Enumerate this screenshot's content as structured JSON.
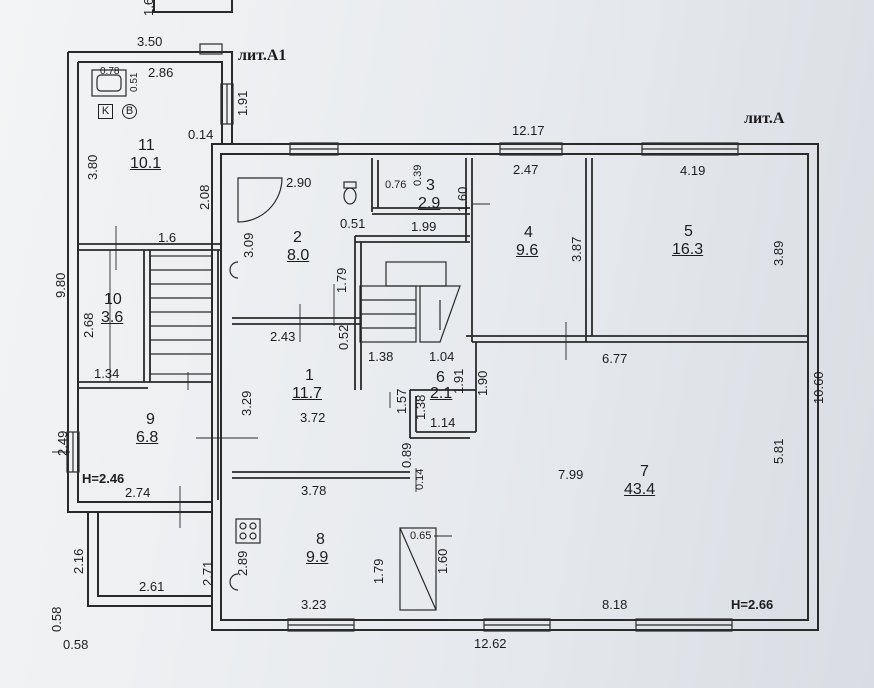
{
  "sections": {
    "main": "лит.А",
    "annex": "лит.А1"
  },
  "rooms": [
    {
      "id": "1",
      "num": "1",
      "area": "11.7"
    },
    {
      "id": "2",
      "num": "2",
      "area": "8.0"
    },
    {
      "id": "3",
      "num": "3",
      "area": "2.9"
    },
    {
      "id": "4",
      "num": "4",
      "area": "9.6"
    },
    {
      "id": "5",
      "num": "5",
      "area": "16.3"
    },
    {
      "id": "6",
      "num": "6",
      "area": "2.1"
    },
    {
      "id": "7",
      "num": "7",
      "area": "43.4"
    },
    {
      "id": "8",
      "num": "8",
      "area": "9.9"
    },
    {
      "id": "9",
      "num": "9",
      "area": "6.8"
    },
    {
      "id": "10",
      "num": "10",
      "area": "3.6"
    },
    {
      "id": "11",
      "num": "11",
      "area": "10.1"
    }
  ],
  "dims": {
    "d_1_6": "1.6",
    "d_3_50": "3.50",
    "d_2_86": "2.86",
    "d_0_78": "0.78",
    "d_0_51": "0.51",
    "d_1_91_top": "1.91",
    "d_0_14_a": "0.14",
    "d_3_80": "3.80",
    "d_2_08": "2.08",
    "d_12_17": "12.17",
    "d_2_90": "2.90",
    "d_0_76": "0.76",
    "d_0_39": "0.39",
    "d_1_60_r3": "1.60",
    "d_2_47": "2.47",
    "d_4_19": "4.19",
    "d_3_09": "3.09",
    "d_0_51_b": "0.51",
    "d_1_99": "1.99",
    "d_3_87": "3.87",
    "d_3_89": "3.89",
    "d_1_60_b": "1.60",
    "d_9_80": "9.80",
    "d_1_79": "1.79",
    "d_2_68": "2.68",
    "d_2_43": "2.43",
    "d_0_52": "0.52",
    "d_1_38": "1.38",
    "d_1_04": "1.04",
    "d_6_77": "6.77",
    "d_10_60": "10.60",
    "d_1_34": "1.34",
    "d_3_29": "3.29",
    "d_3_72": "3.72",
    "d_1_57": "1.57",
    "d_1_38_b": "1.38",
    "d_1_91_b": "1.91",
    "d_1_90": "1.90",
    "d_1_14": "1.14",
    "d_2_49": "2.49",
    "d_0_89": "0.89",
    "d_7_99": "7.99",
    "d_5_81": "5.81",
    "d_0_14_b": "0.14",
    "d_3_78": "3.78",
    "d_2_74": "2.74",
    "d_0_65": "0.65",
    "d_2_16": "2.16",
    "d_2_89": "2.89",
    "d_1_79_b": "1.79",
    "d_1_60_c": "1.60",
    "d_2_71": "2.71",
    "d_2_61": "2.61",
    "d_3_23": "3.23",
    "d_8_18": "8.18",
    "d_0_58_v": "0.58",
    "d_0_58_h": "0.58",
    "d_12_62": "12.62"
  },
  "heights": {
    "annex": "H=2.46",
    "main": "H=2.66"
  },
  "symbols": {
    "k": "K",
    "b": "B"
  },
  "icons": [
    "bathtub-icon",
    "sink-icon",
    "toilet-icon",
    "boiler-icon",
    "stove-icon",
    "stairs-icon",
    "window-icon",
    "door-icon"
  ]
}
